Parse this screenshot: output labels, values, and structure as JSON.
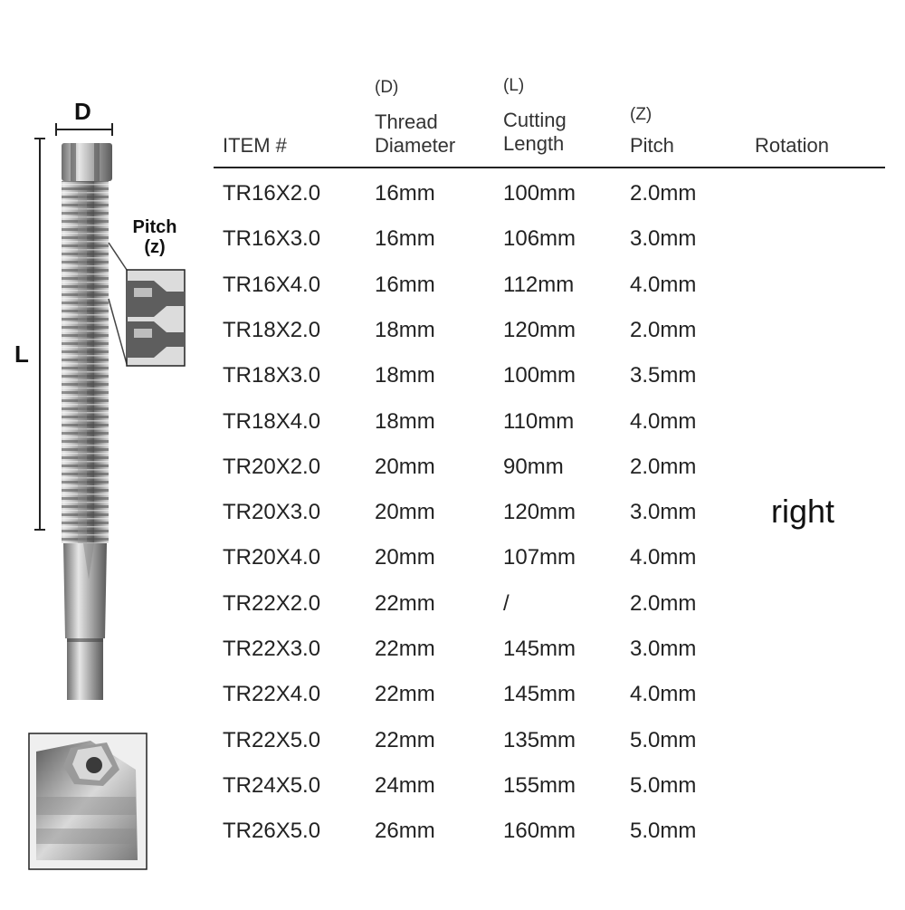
{
  "diagram": {
    "diameter_label": "D",
    "length_label": "L",
    "pitch_label_line1": "Pitch",
    "pitch_label_line2": "(z)"
  },
  "table": {
    "headers": {
      "item": "ITEM #",
      "diameter_abbr": "(D)",
      "diameter_line1": "Thread",
      "diameter_line2": "Diameter",
      "length_abbr": "(L)",
      "length_line1": "Cutting",
      "length_line2": "Length",
      "pitch_abbr": "(Z)",
      "pitch": "Pitch",
      "rotation": "Rotation"
    },
    "rows": [
      {
        "item": "TR16X2.0",
        "diameter": "16mm",
        "length": "100mm",
        "pitch": "2.0mm"
      },
      {
        "item": "TR16X3.0",
        "diameter": "16mm",
        "length": "106mm",
        "pitch": "3.0mm"
      },
      {
        "item": "TR16X4.0",
        "diameter": "16mm",
        "length": "112mm",
        "pitch": "4.0mm"
      },
      {
        "item": "TR18X2.0",
        "diameter": "18mm",
        "length": "120mm",
        "pitch": "2.0mm"
      },
      {
        "item": "TR18X3.0",
        "diameter": "18mm",
        "length": "100mm",
        "pitch": "3.5mm"
      },
      {
        "item": "TR18X4.0",
        "diameter": "18mm",
        "length": "110mm",
        "pitch": "4.0mm"
      },
      {
        "item": "TR20X2.0",
        "diameter": "20mm",
        "length": "90mm",
        "pitch": "2.0mm"
      },
      {
        "item": "TR20X3.0",
        "diameter": "20mm",
        "length": "120mm",
        "pitch": "3.0mm"
      },
      {
        "item": "TR20X4.0",
        "diameter": "20mm",
        "length": "107mm",
        "pitch": "4.0mm"
      },
      {
        "item": "TR22X2.0",
        "diameter": "22mm",
        "length": "/",
        "pitch": "2.0mm"
      },
      {
        "item": "TR22X3.0",
        "diameter": "22mm",
        "length": "145mm",
        "pitch": "3.0mm"
      },
      {
        "item": "TR22X4.0",
        "diameter": "22mm",
        "length": "145mm",
        "pitch": "4.0mm"
      },
      {
        "item": "TR22X5.0",
        "diameter": "22mm",
        "length": "135mm",
        "pitch": "5.0mm"
      },
      {
        "item": "TR24X5.0",
        "diameter": "24mm",
        "length": "155mm",
        "pitch": "5.0mm"
      },
      {
        "item": "TR26X5.0",
        "diameter": "26mm",
        "length": "160mm",
        "pitch": "5.0mm"
      }
    ],
    "rotation_value": "right"
  }
}
